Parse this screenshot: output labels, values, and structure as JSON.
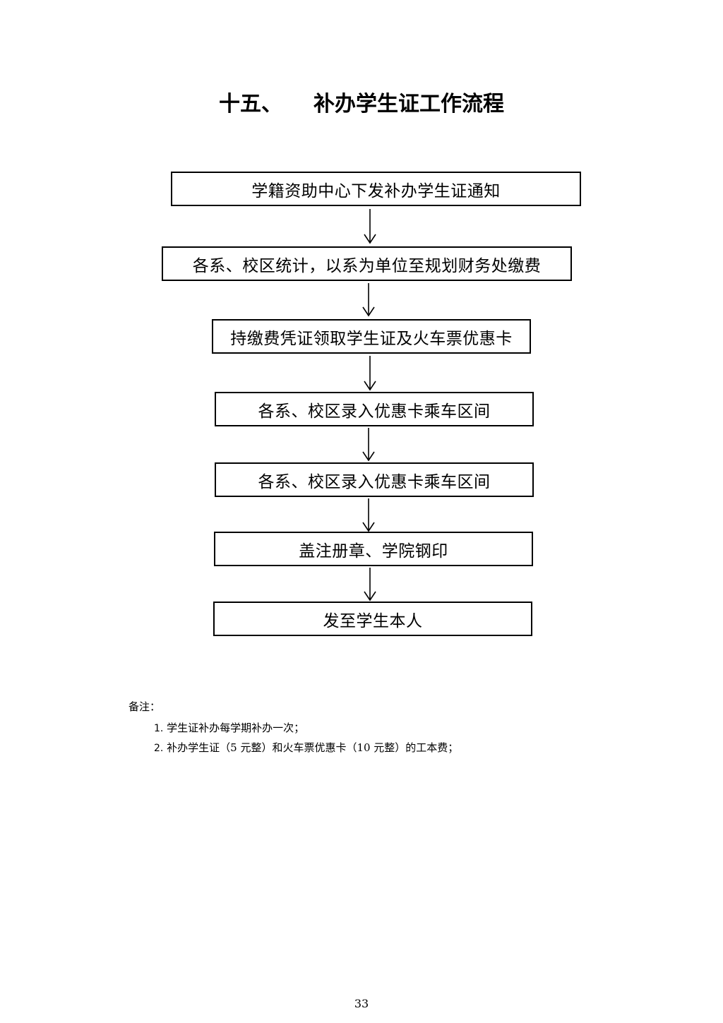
{
  "title": {
    "number": "十五、",
    "text": "补办学生证工作流程"
  },
  "steps": [
    {
      "label": "学籍资助中心下发补办学生证通知"
    },
    {
      "label": "各系、校区统计，以系为单位至规划财务处缴费"
    },
    {
      "label": "持缴费凭证领取学生证及火车票优惠卡"
    },
    {
      "label": "各系、校区录入优惠卡乘车区间"
    },
    {
      "label": "各系、校区录入优惠卡乘车区间"
    },
    {
      "label": "盖注册章、学院钢印"
    },
    {
      "label": "发至学生本人"
    }
  ],
  "notes": {
    "label": "备注：",
    "items": [
      {
        "num": "1.",
        "text": "学生证补办每学期补办一次；"
      },
      {
        "num": "2.",
        "text": "补办学生证（5 元整）和火车票优惠卡（10 元整）的工本费；"
      }
    ]
  },
  "page_number": "33"
}
